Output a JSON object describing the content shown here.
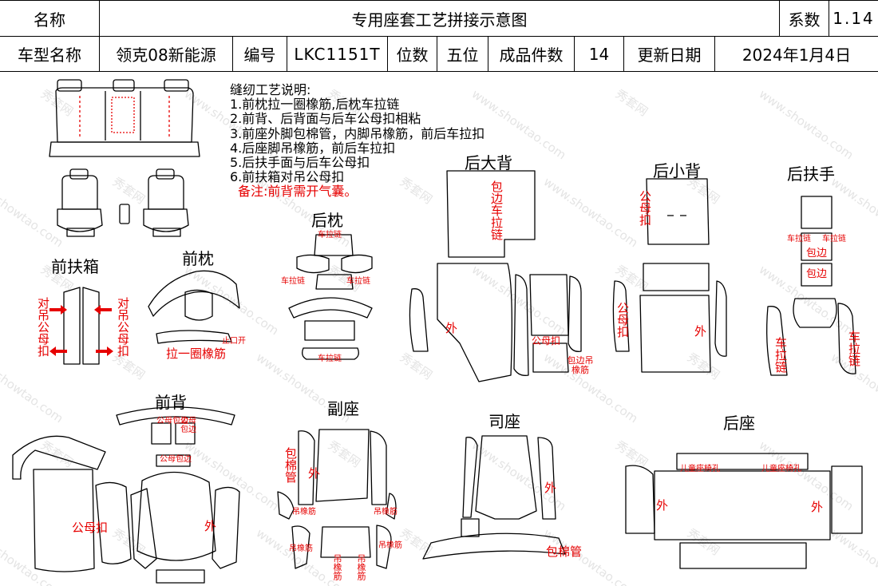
{
  "header": {
    "name_label": "名称",
    "doc_title": "专用座套工艺拼接示意图",
    "coef_label": "系数",
    "coef_value": "1.14",
    "model_label": "车型名称",
    "model_value": "领克08新能源",
    "code_label": "编号",
    "code_value": "LKC1151T",
    "seats_label": "位数",
    "seats_value": "五位",
    "pieces_label": "成品件数",
    "pieces_value": "14",
    "date_label": "更新日期",
    "date_value": "2024年1月4日"
  },
  "notes": {
    "heading": "缝纫工艺说明:",
    "items": [
      "1.前枕拉一圈橡筋,后枕车拉链",
      "2.前背、后背面与后车公母扣相粘",
      "3.前座外脚包棉管，内脚吊橡筋，前后车拉扣",
      "4.后座脚吊橡筋，前后车拉扣",
      "5.后扶手面与后车公母扣",
      "6.前扶箱对吊公母扣"
    ],
    "remark": "备注:前背需开气囊。"
  },
  "sections": {
    "front_armbox": "前扶箱",
    "front_headrest": "前枕",
    "rear_headrest": "后枕",
    "rear_big_back": "后大背",
    "rear_small_back": "后小背",
    "rear_armrest": "后扶手",
    "front_back": "前背",
    "passenger_seat": "副座",
    "driver_seat": "司座",
    "rear_seat": "后座"
  },
  "annotations": {
    "hang_snap": "对吊公母扣",
    "elastic_loop": "拉一圈橡筋",
    "opening": "止口开",
    "zipper": "车拉链",
    "binding_zipper": "包边车拉链",
    "snap": "公母扣",
    "outer": "外",
    "binding": "包边",
    "binding_elastic": "包边吊橡筋",
    "snap_binding": "公母包边",
    "snap_short": "公母扣",
    "cotton_tube": "包棉管",
    "hang_elastic": "吊橡筋",
    "child_seat": "儿童座椅孔"
  },
  "watermark": [
    "秀套网",
    "www.showtao.com"
  ]
}
